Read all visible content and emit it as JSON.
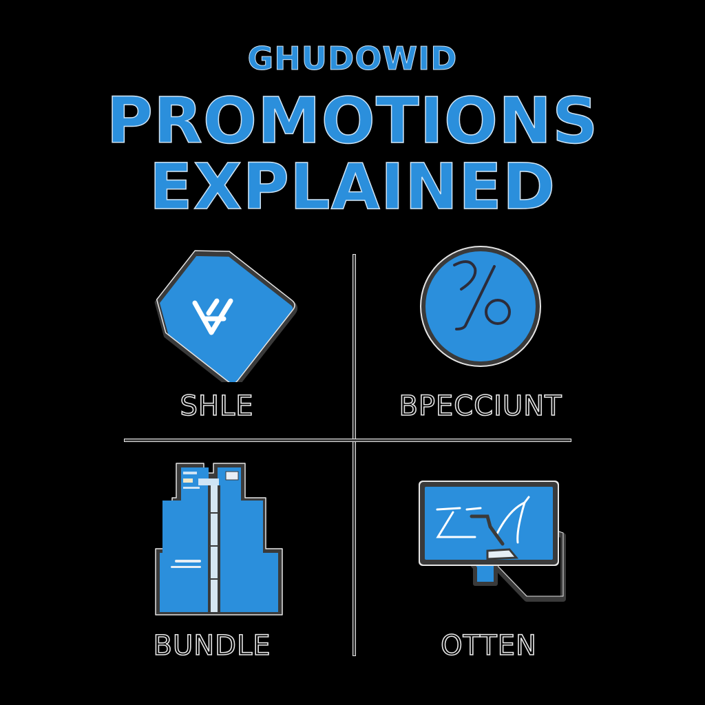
{
  "header": {
    "brand": "GHUDOWID",
    "title_line1": "PROMOTIONS",
    "title_line2": "EXPLAINED"
  },
  "colors": {
    "background": "#000000",
    "accent_blue": "#2b8fdc",
    "outline_dark": "#3a3a3a",
    "outline_light": "#e6e6e6"
  },
  "grid": {
    "cells": [
      {
        "id": "sale",
        "icon": "price-tag-icon",
        "label": "SHLE"
      },
      {
        "id": "discount",
        "icon": "percent-circle-icon",
        "label": "BPECCIUNT"
      },
      {
        "id": "bundle",
        "icon": "bundle-boxes-icon",
        "label": "BUNDLE"
      },
      {
        "id": "offer",
        "icon": "offer-sign-icon",
        "label": "OTTEN"
      }
    ]
  }
}
